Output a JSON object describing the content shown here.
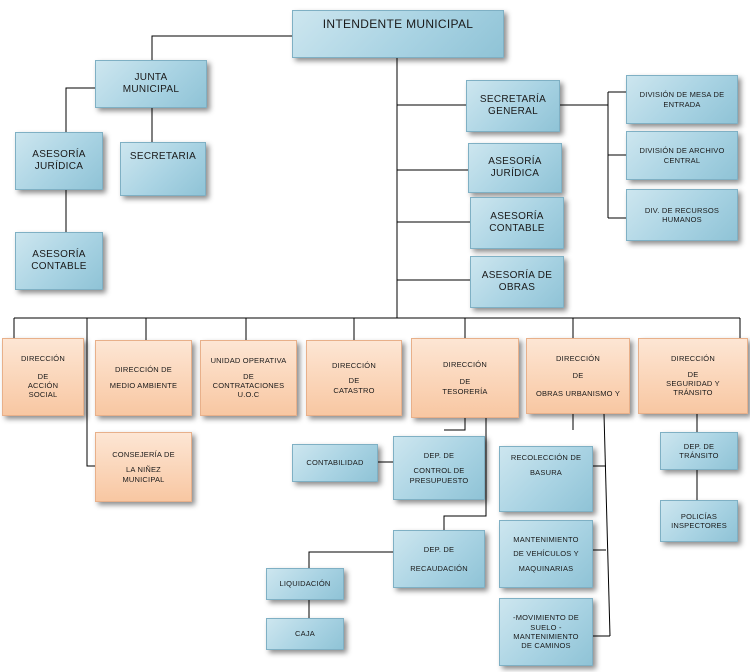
{
  "top": {
    "intendente": "INTENDENTE MUNICIPAL"
  },
  "left": {
    "junta": [
      "JUNTA",
      "MUNICIPAL"
    ],
    "asesoria_juridica": [
      "ASESORÍA",
      "JURÍDICA"
    ],
    "secretaria": "SECRETARIA",
    "asesoria_contable": [
      "ASESORÍA",
      "CONTABLE"
    ]
  },
  "right": {
    "secretaria_general": [
      "SECRETARÍA",
      "GENERAL"
    ],
    "asesoria_juridica": [
      "ASESORÍA",
      "JURÍDICA"
    ],
    "asesoria_contable": [
      "ASESORÍA",
      "CONTABLE"
    ],
    "asesoria_obras": [
      "ASESORÍA DE",
      "OBRAS"
    ],
    "div_mesa": [
      "DIVISIÓN DE MESA DE",
      "ENTRADA"
    ],
    "div_archivo": [
      "DIVISIÓN DE ARCHIVO",
      "CENTRAL"
    ],
    "div_rrhh": [
      "DIV. DE RECURSOS",
      "HUMANOS"
    ]
  },
  "direcciones": {
    "accion_social": [
      "DIRECCIÓN",
      "DE",
      "ACCIÓN",
      "SOCIAL"
    ],
    "medio_ambiente": "DIRECCIÓN DE MEDIO AMBIENTE",
    "uoc": [
      "UNIDAD OPERATIVA",
      "DE",
      "CONTRATACIONES",
      "U.O.C"
    ],
    "catastro": [
      "DIRECCIÓN",
      "DE",
      "CATASTRO"
    ],
    "tesoreria": [
      "DIRECCIÓN",
      "DE",
      "TESORERÍA"
    ],
    "obras": [
      "DIRECCIÓN",
      "DE",
      "OBRAS URBANISMO Y"
    ],
    "seguridad": [
      "DIRECCIÓN",
      "DE",
      "SEGURIDAD Y",
      "TRÁNSITO"
    ]
  },
  "sub": {
    "consejeria": [
      "CONSEJERÍA DE",
      "LA NIÑEZ",
      "MUNICIPAL"
    ],
    "contabilidad": "CONTABILIDAD",
    "control_presupuesto": [
      "DEP. DE",
      "CONTROL DE",
      "PRESUPUESTO"
    ],
    "recaudacion": [
      "DEP. DE",
      "RECAUDACIÓN"
    ],
    "liquidacion": "LIQUIDACIÓN",
    "caja": "CAJA",
    "basura": [
      "RECOLECCIÓN DE",
      "BASURA"
    ],
    "vehiculos": [
      "MANTENIMIENTO",
      "DE VEHÍCULOS Y",
      "MAQUINARIAS"
    ],
    "suelo": [
      "-MOVIMIENTO DE",
      "SUELO -",
      "MANTENIMIENTO",
      "DE CAMINOS"
    ],
    "dep_transito": [
      "DEP. DE",
      "TRÁNSITO"
    ],
    "policias": [
      "POLICÍAS",
      "INSPECTORES"
    ]
  }
}
